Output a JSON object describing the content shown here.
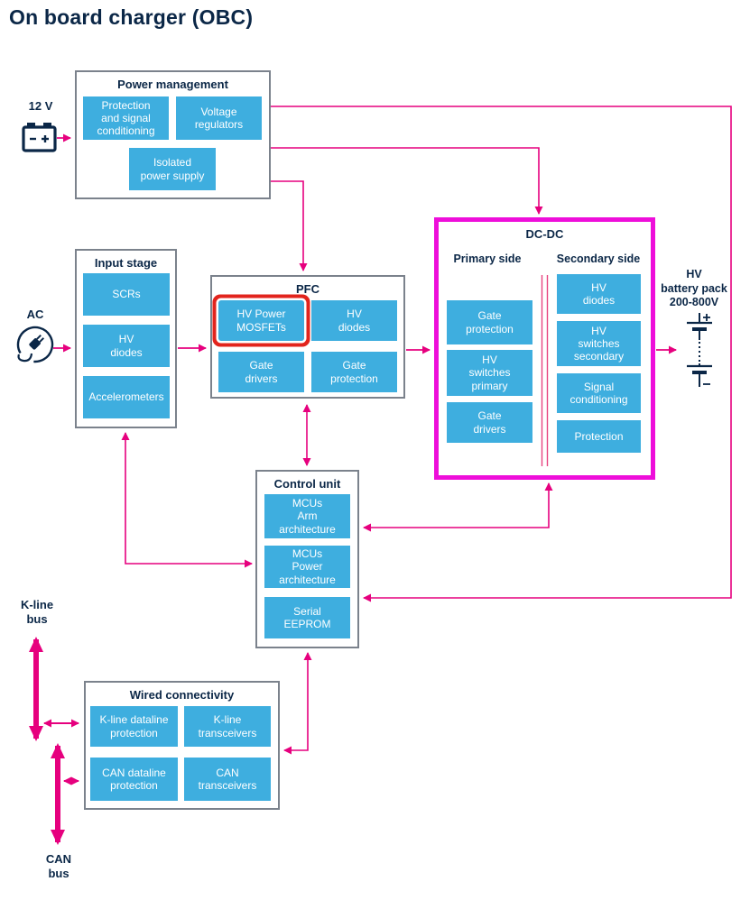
{
  "title": "On board charger (OBC)",
  "colors": {
    "chip_blue": "#3EAEDF",
    "navy_text": "#0B2747",
    "arrow_pink": "#E6007E",
    "dcdc_highlight_magenta": "#EE0EDA",
    "mosfet_highlight_red": "#E2241D",
    "block_border_gray": "#7B828C"
  },
  "external": {
    "battery_12v_label": "12 V",
    "ac_label": "AC",
    "hv_battery_label": "HV\nbattery pack\n200-800V",
    "kline_bus_label": "K-line\nbus",
    "can_bus_label": "CAN\nbus"
  },
  "blocks": {
    "power_management": {
      "title": "Power management",
      "chips": [
        "Protection\nand signal\nconditioning",
        "Voltage\nregulators",
        "Isolated\npower supply"
      ]
    },
    "input_stage": {
      "title": "Input stage",
      "chips": [
        "SCRs",
        "HV\ndiodes",
        "Accelerometers"
      ]
    },
    "pfc": {
      "title": "PFC",
      "chips": [
        "HV Power\nMOSFETs",
        "HV\ndiodes",
        "Gate\ndrivers",
        "Gate\nprotection"
      ],
      "highlighted_chip": "HV Power MOSFETs"
    },
    "dcdc": {
      "title": "DC-DC",
      "primary_label": "Primary side",
      "secondary_label": "Secondary side",
      "primary_chips": [
        "Gate\nprotection",
        "HV\nswitches\nprimary",
        "Gate\ndrivers"
      ],
      "secondary_chips": [
        "HV\ndiodes",
        "HV\nswitches\nsecondary",
        "Signal\nconditioning",
        "Protection"
      ]
    },
    "control_unit": {
      "title": "Control unit",
      "chips": [
        "MCUs\nArm\narchitecture",
        "MCUs\nPower\narchitecture",
        "Serial\nEEPROM"
      ]
    },
    "wired_connectivity": {
      "title": "Wired connectivity",
      "chips": [
        "K-line dataline\nprotection",
        "K-line\ntransceivers",
        "CAN dataline\nprotection",
        "CAN\ntransceivers"
      ]
    }
  }
}
